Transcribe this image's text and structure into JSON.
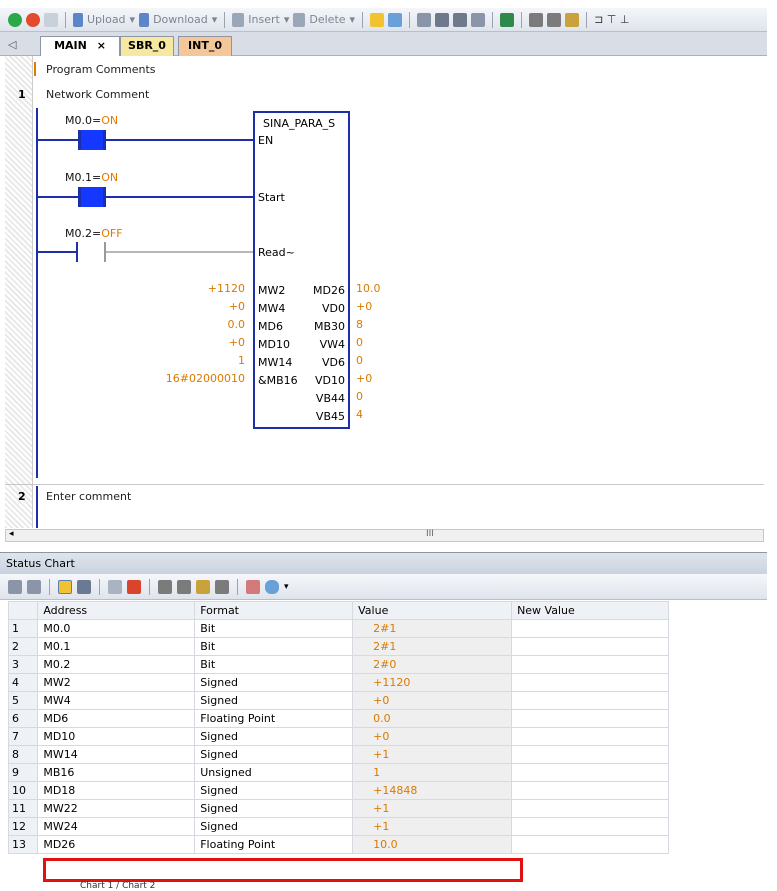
{
  "toolbar": {
    "upload_label": "Upload",
    "download_label": "Download",
    "insert_label": "Insert",
    "delete_label": "Delete"
  },
  "tabs": [
    {
      "label": "MAIN",
      "close": "×"
    },
    {
      "label": "SBR_0"
    },
    {
      "label": "INT_0"
    }
  ],
  "editor": {
    "program_comments": "Program Comments",
    "network1_num": "1",
    "network1_comment": "Network Comment",
    "network2_num": "2",
    "network2_comment": "Enter comment",
    "scroll_marker": "III"
  },
  "contacts": [
    {
      "name": "M0.0",
      "state": "ON"
    },
    {
      "name": "M0.1",
      "state": "ON"
    },
    {
      "name": "M0.2",
      "state": "OFF"
    }
  ],
  "contact_eq": "=",
  "block": {
    "title": "SINA_PARA_S",
    "en": "EN",
    "start": "Start",
    "read": "Read~",
    "inputs": [
      {
        "pin": "MW2",
        "value": "+1120"
      },
      {
        "pin": "MW4",
        "value": "+0"
      },
      {
        "pin": "MD6",
        "value": "0.0"
      },
      {
        "pin": "MD10",
        "value": "+0"
      },
      {
        "pin": "MW14",
        "value": "1"
      },
      {
        "pin": "&MB16",
        "value": "16#02000010"
      }
    ],
    "outputs": [
      {
        "pin": "MD26",
        "value": "10.0"
      },
      {
        "pin": "VD0",
        "value": "+0"
      },
      {
        "pin": "MB30",
        "value": "8"
      },
      {
        "pin": "VW4",
        "value": "0"
      },
      {
        "pin": "VD6",
        "value": "0"
      },
      {
        "pin": "VD10",
        "value": "+0"
      },
      {
        "pin": "VB44",
        "value": "0"
      },
      {
        "pin": "VB45",
        "value": "4"
      }
    ]
  },
  "status_chart": {
    "title": "Status Chart",
    "columns": [
      "Address",
      "Format",
      "Value",
      "New Value"
    ],
    "rows": [
      {
        "n": "1",
        "address": "M0.0",
        "format": "Bit",
        "value": "2#1"
      },
      {
        "n": "2",
        "address": "M0.1",
        "format": "Bit",
        "value": "2#1"
      },
      {
        "n": "3",
        "address": "M0.2",
        "format": "Bit",
        "value": "2#0"
      },
      {
        "n": "4",
        "address": "MW2",
        "format": "Signed",
        "value": "+1120"
      },
      {
        "n": "5",
        "address": "MW4",
        "format": "Signed",
        "value": "+0"
      },
      {
        "n": "6",
        "address": "MD6",
        "format": "Floating Point",
        "value": "0.0"
      },
      {
        "n": "7",
        "address": "MD10",
        "format": "Signed",
        "value": "+0"
      },
      {
        "n": "8",
        "address": "MW14",
        "format": "Signed",
        "value": "+1"
      },
      {
        "n": "9",
        "address": "MB16",
        "format": "Unsigned",
        "value": "1"
      },
      {
        "n": "10",
        "address": "MD18",
        "format": "Signed",
        "value": "+14848"
      },
      {
        "n": "11",
        "address": "MW22",
        "format": "Signed",
        "value": "+1"
      },
      {
        "n": "12",
        "address": "MW24",
        "format": "Signed",
        "value": "+1"
      },
      {
        "n": "13",
        "address": "MD26",
        "format": "Floating Point",
        "value": "10.0"
      }
    ],
    "sheet_tabs": "Chart 1 / Chart 2"
  },
  "colors": {
    "accent_orange": "#e07a00",
    "block_blue": "#1d2fa8",
    "contact_blue": "#1438ff",
    "highlight_red": "#e11111"
  }
}
